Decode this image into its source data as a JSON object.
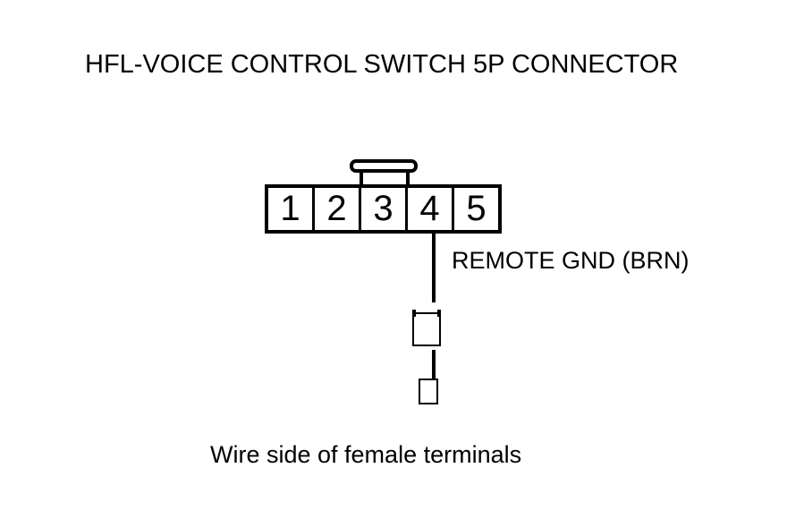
{
  "title": "HFL-VOICE CONTROL SWITCH 5P CONNECTOR",
  "connector": {
    "pin_count": 5,
    "pins": [
      "1",
      "2",
      "3",
      "4",
      "5"
    ],
    "wire": {
      "from_pin": "4",
      "label": "REMOTE GND (BRN)",
      "wire_color_code": "BRN"
    }
  },
  "caption": "Wire side of female terminals",
  "colors": {
    "line": "#000000",
    "background": "#ffffff"
  }
}
